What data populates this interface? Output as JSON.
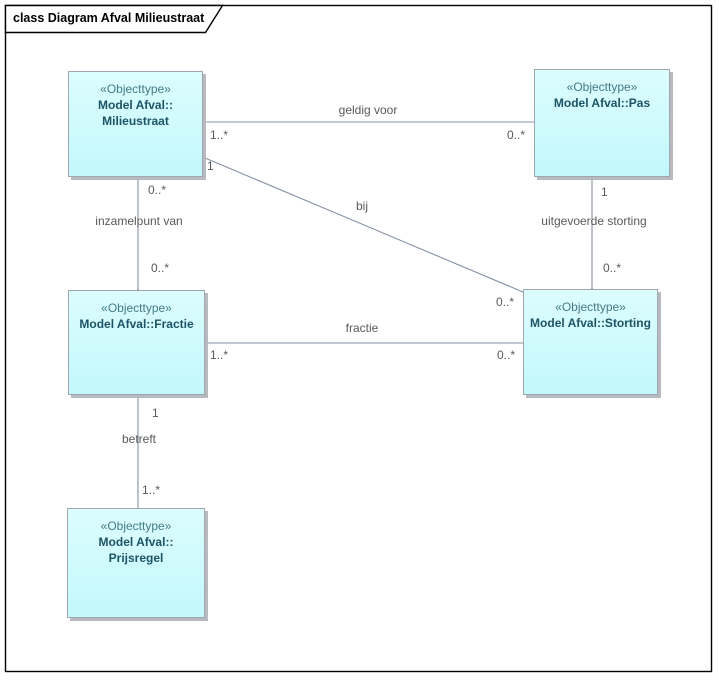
{
  "frame": {
    "title": "class Diagram Afval Milieustraat"
  },
  "classes": [
    {
      "stereotype": "«Objecttype»",
      "name_lines": [
        "Model Afval::",
        "Milieustraat"
      ]
    },
    {
      "stereotype": "«Objecttype»",
      "name_lines": [
        "Model Afval::Pas"
      ]
    },
    {
      "stereotype": "«Objecttype»",
      "name_lines": [
        "Model Afval::Fractie"
      ]
    },
    {
      "stereotype": "«Objecttype»",
      "name_lines": [
        "Model Afval::Storting"
      ]
    },
    {
      "stereotype": "«Objecttype»",
      "name_lines": [
        "Model Afval::",
        "Prijsregel"
      ]
    }
  ],
  "associations": [
    {
      "name": "geldig voor",
      "source": "Model Afval::Pas",
      "target": "Model Afval::Milieustraat",
      "source_multiplicity": "0..*",
      "target_multiplicity": "1..*"
    },
    {
      "name": "bij",
      "source": "Model Afval::Storting",
      "target": "Model Afval::Milieustraat",
      "source_multiplicity": "0..*",
      "target_multiplicity": "1"
    },
    {
      "name": "inzamelpunt van",
      "source": "Model Afval::Milieustraat",
      "target": "Model Afval::Fractie",
      "source_multiplicity": "0..*",
      "target_multiplicity": "0..*"
    },
    {
      "name": "uitgevoerde storting",
      "source": "Model Afval::Pas",
      "target": "Model Afval::Storting",
      "source_multiplicity": "1",
      "target_multiplicity": "0..*"
    },
    {
      "name": "fractie",
      "source": "Model Afval::Storting",
      "target": "Model Afval::Fractie",
      "source_multiplicity": "0..*",
      "target_multiplicity": "1..*"
    },
    {
      "name": "betreft",
      "source": "Model Afval::Prijsregel",
      "target": "Model Afval::Fractie",
      "source_multiplicity": "1..*",
      "target_multiplicity": "1"
    }
  ],
  "colors": {
    "box_fill_top": "#dcfdfe",
    "box_fill_bottom": "#c3f8fb",
    "box_border": "#9fa6af",
    "box_shadow": "#b9babf",
    "line": "#8591a6",
    "label_text": "#595959",
    "class_name_text": "#1d5366",
    "stereotype_text": "#447a85",
    "frame_border": "#000000"
  }
}
